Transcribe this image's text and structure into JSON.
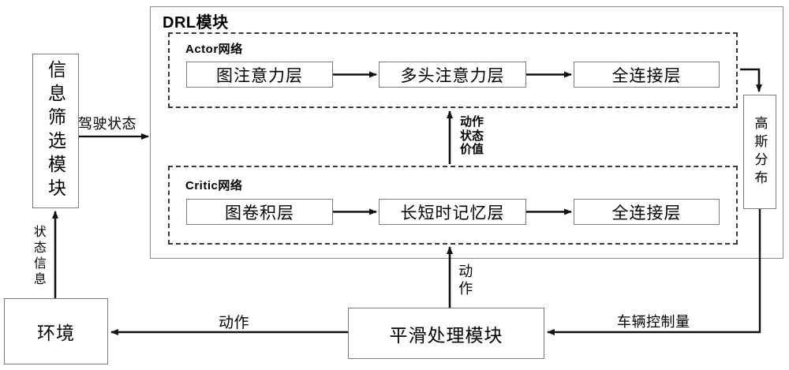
{
  "diagram": {
    "title": "DRL模块",
    "modules": {
      "info_filter": "信息筛选模块",
      "environment": "环境",
      "smooth": "平滑处理模块",
      "gaussian": "高斯分布"
    },
    "actor": {
      "title": "Actor网络",
      "layers": [
        "图注意力层",
        "多头注意力层",
        "全连接层"
      ]
    },
    "critic": {
      "title": "Critic网络",
      "layers": [
        "图卷积层",
        "长短时记忆层",
        "全连接层"
      ]
    },
    "edge_labels": {
      "driving_state": "驾驶状态",
      "state_info": "状态信息",
      "action_state_value_1": "动作",
      "action_state_value_2": "状态",
      "action_state_value_3": "价值",
      "action_up": "动作",
      "action_left": "动作",
      "vehicle_control": "车辆控制量"
    },
    "colors": {
      "stroke": "#000000",
      "box_border": "#7a7a7a",
      "module_border": "#8a8a8a",
      "dash_border": "#3a3a3a",
      "background": "#ffffff"
    }
  }
}
